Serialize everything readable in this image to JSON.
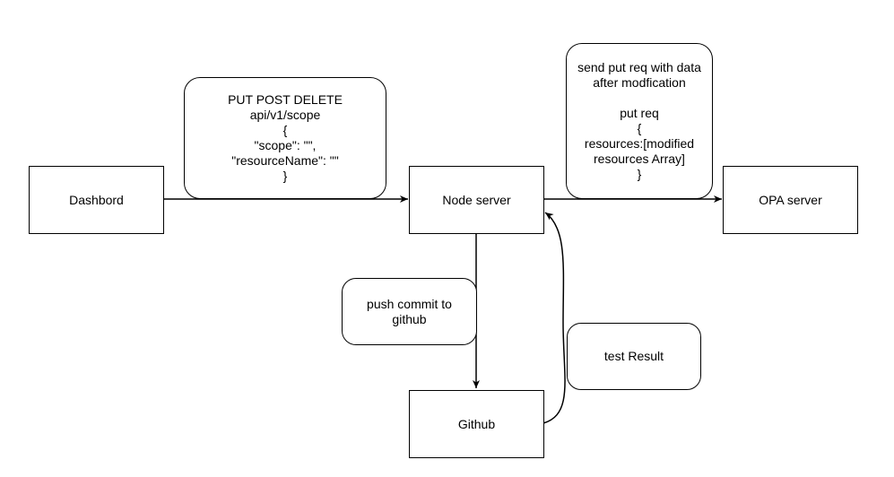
{
  "nodes": {
    "dashboard": "Dashbord",
    "node_server": "Node server",
    "opa_server": "OPA server",
    "github": "Github"
  },
  "notes": {
    "scope_request": "PUT POST DELETE\napi/v1/scope\n{\n\"scope\": \"\",\n\"resourceName\": \"\"\n}",
    "put_request": "send put req with data\nafter modfication\n\nput req\n{\nresources:[modified\nresources Array]\n}",
    "push_commit": "push commit to\ngithub",
    "test_result": "test Result"
  },
  "colors": {
    "stroke": "#000000",
    "fill": "#ffffff"
  }
}
